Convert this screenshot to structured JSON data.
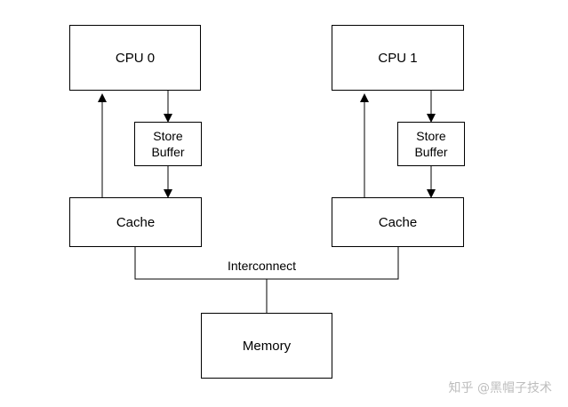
{
  "diagram": {
    "cpu0": "CPU 0",
    "cpu1": "CPU 1",
    "store_buffer0": [
      "Store",
      "Buffer"
    ],
    "store_buffer1": [
      "Store",
      "Buffer"
    ],
    "cache0": "Cache",
    "cache1": "Cache",
    "interconnect": "Interconnect",
    "memory": "Memory"
  },
  "watermark": "知乎 @黑帽子技术",
  "colors": {
    "stroke": "#000000",
    "watermark": "#bdbdbd"
  }
}
